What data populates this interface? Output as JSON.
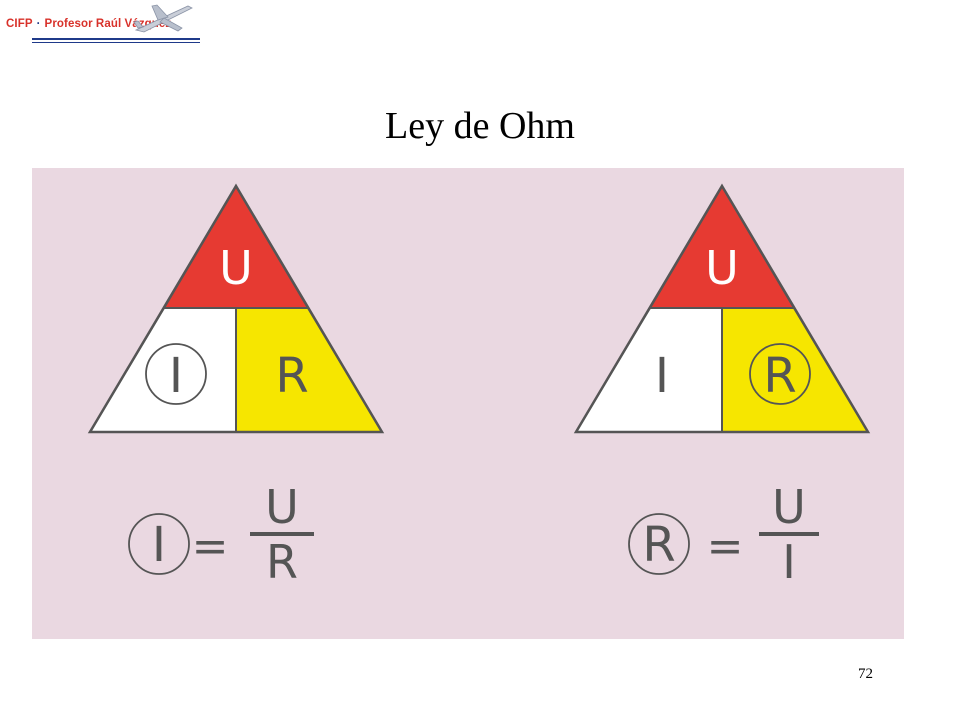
{
  "header": {
    "logo_org": "CIFP",
    "logo_name": "Profesor Raúl Vázquez"
  },
  "slide": {
    "title": "Ley de Ohm",
    "page_number": "72"
  },
  "triangles": [
    {
      "top": "U",
      "bottom_left": "I",
      "bottom_right": "R",
      "circled": "I",
      "formula": {
        "result": "I",
        "equals": "=",
        "numerator": "U",
        "denominator": "R"
      }
    },
    {
      "top": "U",
      "bottom_left": "I",
      "bottom_right": "R",
      "circled": "R",
      "formula": {
        "result": "R",
        "equals": "=",
        "numerator": "U",
        "denominator": "I"
      }
    }
  ],
  "colors": {
    "panel_bg": "#ead8e1",
    "top_red": "#e63a32",
    "right_yellow": "#f6e600",
    "left_white": "#ffffff",
    "stroke": "#555555",
    "logo_red": "#d8312a",
    "logo_blue": "#1f3a8a"
  }
}
